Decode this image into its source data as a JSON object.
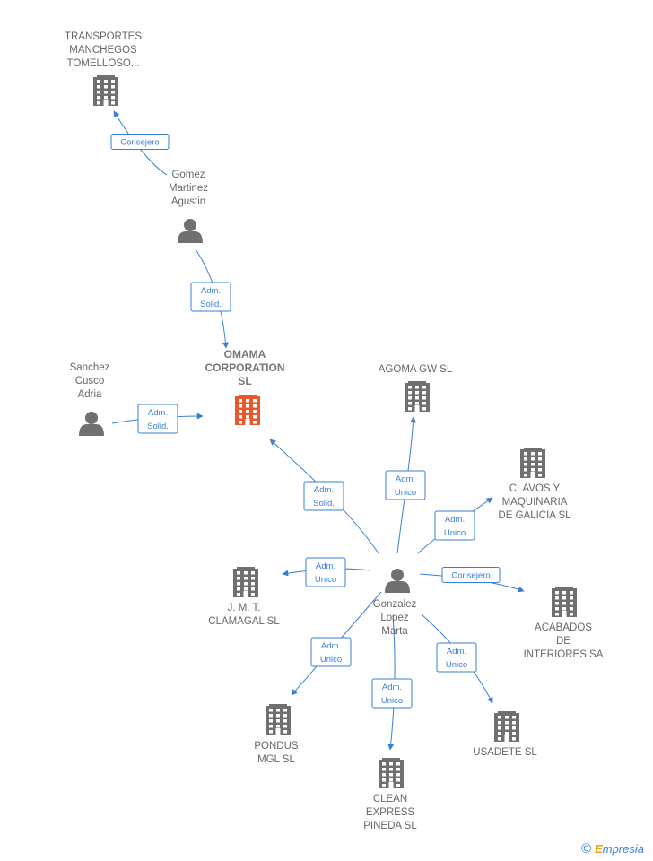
{
  "nodes": [
    {
      "id": "transportes",
      "type": "company",
      "label": [
        "TRANSPORTES",
        "MANCHEGOS",
        "TOMELLOSO..."
      ]
    },
    {
      "id": "gomez",
      "type": "person",
      "label": [
        "Gomez",
        "Martinez",
        "Agustin"
      ]
    },
    {
      "id": "omama",
      "type": "company",
      "main": true,
      "label": [
        "OMAMA",
        "CORPORATION",
        "SL"
      ]
    },
    {
      "id": "sanchez",
      "type": "person",
      "label": [
        "Sanchez",
        "Cusco",
        "Adria"
      ]
    },
    {
      "id": "agoma",
      "type": "company",
      "label": [
        "AGOMA GW  SL"
      ]
    },
    {
      "id": "clavos",
      "type": "company",
      "label": [
        "CLAVOS Y",
        "MAQUINARIA",
        "DE GALICIA  SL"
      ]
    },
    {
      "id": "gonzalez",
      "type": "person",
      "label": [
        "Gonzalez",
        "Lopez",
        "Marta"
      ]
    },
    {
      "id": "jmt",
      "type": "company",
      "label": [
        "J.  M.  T.",
        "CLAMAGAL  SL"
      ]
    },
    {
      "id": "acabados",
      "type": "company",
      "label": [
        "ACABADOS",
        "DE",
        "INTERIORES SA"
      ]
    },
    {
      "id": "pondus",
      "type": "company",
      "label": [
        "PONDUS",
        "MGL  SL"
      ]
    },
    {
      "id": "clean",
      "type": "company",
      "label": [
        "CLEAN",
        "EXPRESS",
        "PINEDA  SL"
      ]
    },
    {
      "id": "usadete",
      "type": "company",
      "label": [
        "USADETE  SL"
      ]
    }
  ],
  "edges": [
    {
      "from": "gomez",
      "to": "transportes",
      "label": [
        "Consejero"
      ]
    },
    {
      "from": "gomez",
      "to": "omama",
      "label": [
        "Adm.",
        "Solid."
      ]
    },
    {
      "from": "sanchez",
      "to": "omama",
      "label": [
        "Adm.",
        "Solid."
      ]
    },
    {
      "from": "gonzalez",
      "to": "omama",
      "label": [
        "Adm.",
        "Solid."
      ]
    },
    {
      "from": "gonzalez",
      "to": "agoma",
      "label": [
        "Adm.",
        "Unico"
      ]
    },
    {
      "from": "gonzalez",
      "to": "clavos",
      "label": [
        "Adm.",
        "Unico"
      ]
    },
    {
      "from": "gonzalez",
      "to": "acabados",
      "label": [
        "Consejero"
      ]
    },
    {
      "from": "gonzalez",
      "to": "jmt",
      "label": [
        "Adm.",
        "Unico"
      ]
    },
    {
      "from": "gonzalez",
      "to": "pondus",
      "label": [
        "Adm.",
        "Unico"
      ]
    },
    {
      "from": "gonzalez",
      "to": "clean",
      "label": [
        "Adm.",
        "Unico"
      ]
    },
    {
      "from": "gonzalez",
      "to": "usadete",
      "label": [
        "Adm.",
        "Unico"
      ]
    }
  ],
  "colors": {
    "edge": "#3a7fd5",
    "icon": "#707070",
    "main_icon": "#e8572e"
  },
  "footer": {
    "symbol": "©",
    "brand_initial": "E",
    "brand_rest": "mpresia"
  }
}
